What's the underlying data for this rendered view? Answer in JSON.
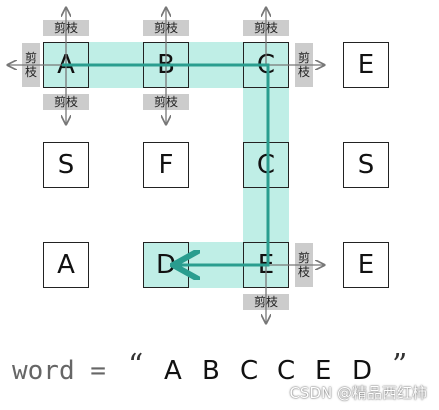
{
  "grid": {
    "rows": [
      [
        "A",
        "B",
        "C",
        "E"
      ],
      [
        "S",
        "F",
        "C",
        "S"
      ],
      [
        "A",
        "D",
        "E",
        "E"
      ]
    ],
    "highlighted": [
      [
        0,
        0
      ],
      [
        0,
        1
      ],
      [
        0,
        2
      ],
      [
        1,
        2
      ],
      [
        2,
        2
      ],
      [
        2,
        1
      ]
    ]
  },
  "prune_label": "剪枝",
  "prune_label_vertical": [
    "剪",
    "枝"
  ],
  "word": {
    "label": "word = ",
    "open_quote": "“",
    "close_quote": "”",
    "letters": [
      "A",
      "B",
      "C",
      "C",
      "E",
      "D"
    ]
  },
  "watermark": "CSDN @精品西红柿",
  "colors": {
    "highlight": "#bfeee6",
    "path": "#2a9d8f",
    "prune_bg": "#cccccc",
    "arrow": "#777777"
  }
}
